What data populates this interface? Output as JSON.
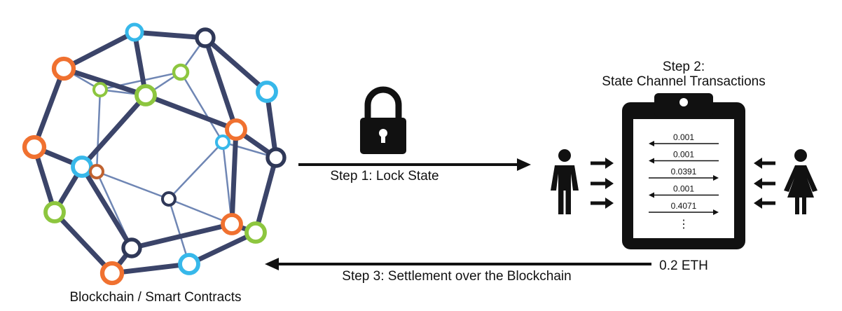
{
  "network": {
    "label": "Blockchain / Smart Contracts",
    "colors": {
      "edge": "#3b4469",
      "edge_thin": "#6f86b4",
      "node_orange": "#f07130",
      "node_blue": "#37b8ea",
      "node_green": "#8dc63f",
      "node_dark": "#2f3858",
      "node_brown": "#c0622f"
    }
  },
  "step1": {
    "label": "Step 1: Lock State",
    "icon": "lock-icon"
  },
  "step2": {
    "title_line1": "Step 2:",
    "title_line2": "State Channel Transactions",
    "icon": "clipboard-icon",
    "transactions": [
      {
        "amount": "0.001",
        "direction": "left"
      },
      {
        "amount": "0.001",
        "direction": "left"
      },
      {
        "amount": "0.0391",
        "direction": "right"
      },
      {
        "amount": "0.001",
        "direction": "left"
      },
      {
        "amount": "0.4071",
        "direction": "right"
      }
    ],
    "ellipsis": "⋮",
    "left_party_icon": "man-icon",
    "right_party_icon": "woman-icon"
  },
  "step3": {
    "amount": "0.2 ETH",
    "label": "Step 3: Settlement over the Blockchain"
  }
}
